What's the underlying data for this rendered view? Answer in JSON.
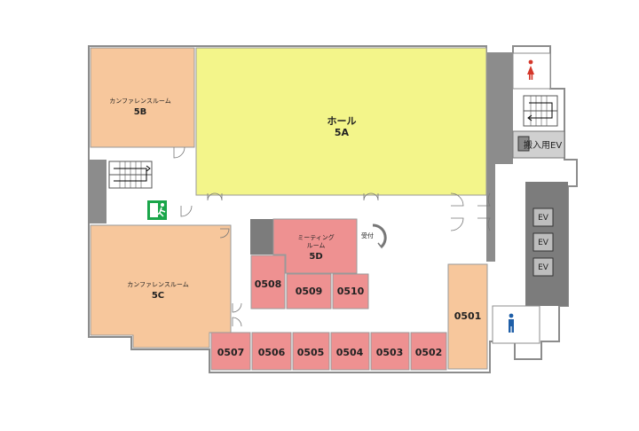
{
  "colors": {
    "conference": "#f7c79c",
    "hall": "#f3f58a",
    "meeting": "#ee9191",
    "room": "#ee9191",
    "room_0501": "#f7c79c",
    "wall": "#8c8c8c",
    "corridor": "#ffffff",
    "service": "#bfbfbf"
  },
  "rooms": {
    "conf_5b": {
      "name": "カンファレンスルーム",
      "code": "5B"
    },
    "hall_5a": {
      "name": "ホール",
      "code": "5A"
    },
    "conf_5c": {
      "name": "カンファレンスルーム",
      "code": "5C"
    },
    "meeting_5d": {
      "name_line1": "ミーティング",
      "name_line2": "ルーム",
      "code": "5D"
    },
    "r0508": "0508",
    "r0509": "0509",
    "r0510": "0510",
    "r0501": "0501",
    "r0507": "0507",
    "r0506": "0506",
    "r0505": "0505",
    "r0504": "0504",
    "r0503": "0503",
    "r0502": "0502"
  },
  "facilities": {
    "reception": "受付",
    "freight_ev": "搬入用EV",
    "ev1": "EV",
    "ev2": "EV",
    "ev3": "EV",
    "restroom_female": "female-restroom-icon",
    "restroom_male": "male-restroom-icon",
    "exit": "emergency-exit-icon"
  }
}
